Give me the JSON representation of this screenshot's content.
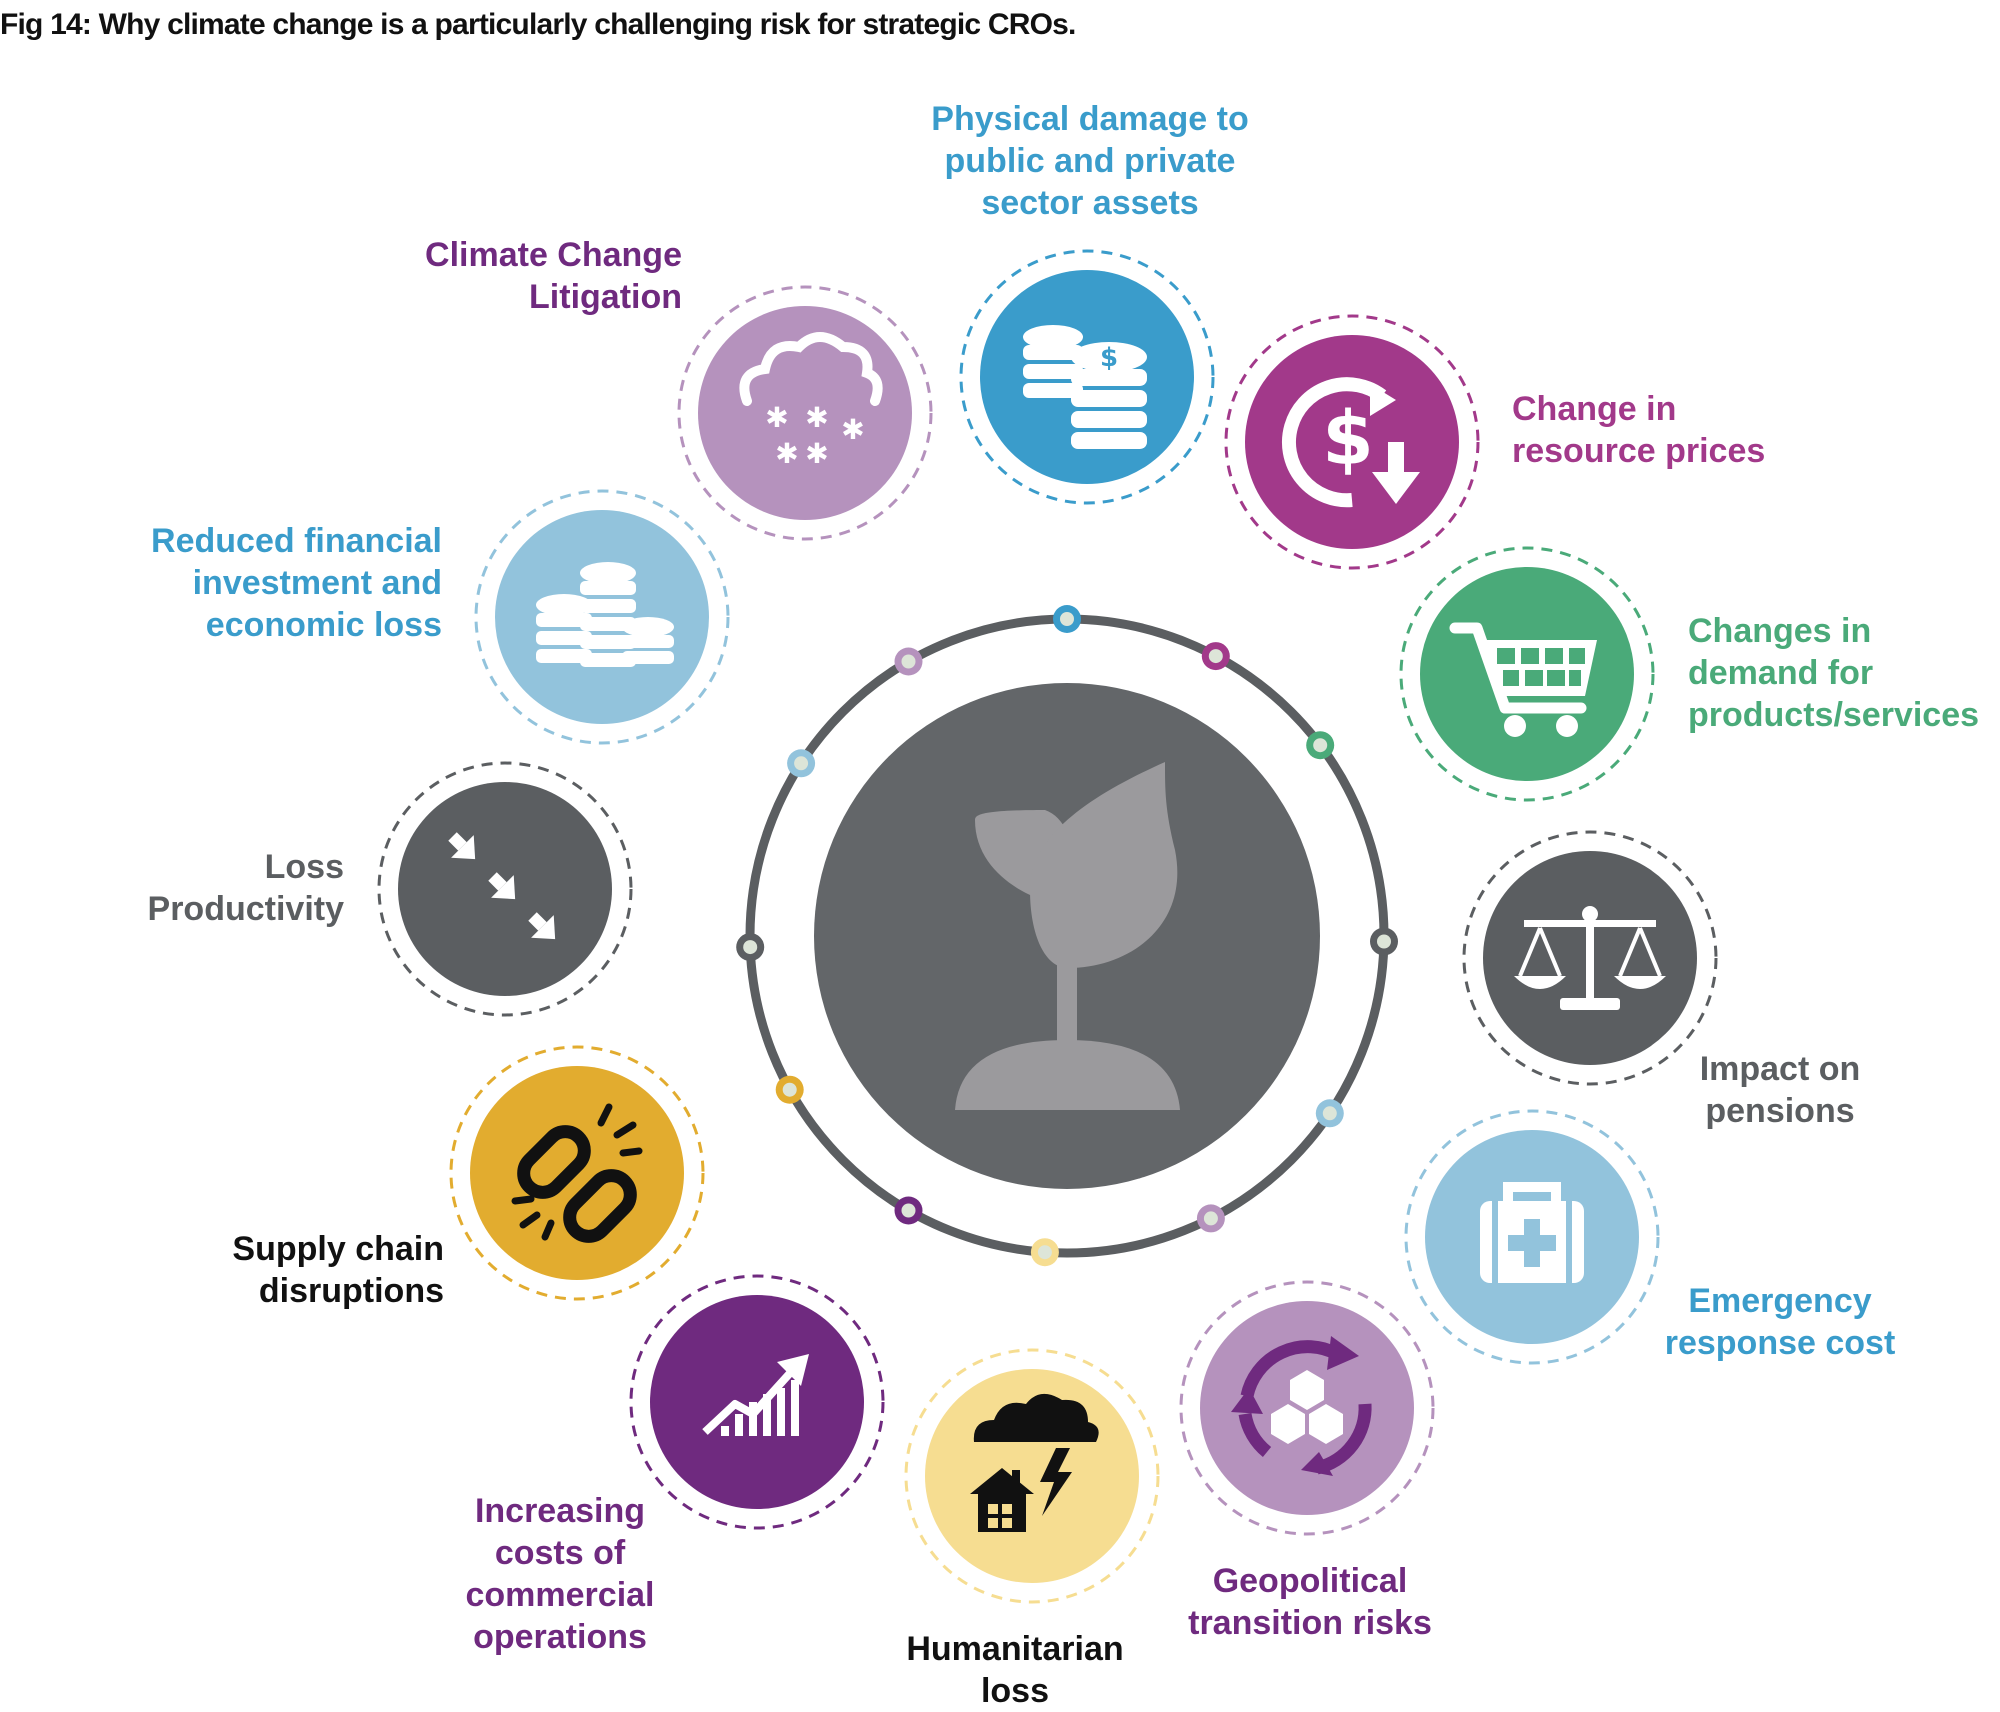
{
  "title": "Fig 14: Why climate change is a particularly challenging risk for strategic CROs.",
  "colors": {
    "hub": "#636669",
    "hub_ring": "#5b5e61",
    "plant": "#9b9a9d",
    "blue": "#3a9ccb",
    "light_blue": "#92c3dc",
    "lilac": "#b592bd",
    "magenta": "#a2398a",
    "green": "#4aaa79",
    "grey": "#5b5e61",
    "gold": "#e2ac2f",
    "purple": "#6f2a7f",
    "pale_yellow": "#f6dd91"
  },
  "center_icon": "plant-sprout-icon",
  "risks": [
    {
      "id": "physical-damage",
      "lines": [
        "Physical damage to",
        "public and private",
        "sector assets"
      ],
      "color": "#3a9ccb",
      "icon": "coin-stacks-dollar-icon"
    },
    {
      "id": "resource-prices",
      "lines": [
        "Change in",
        "resource prices"
      ],
      "color": "#a2398a",
      "icon": "dollar-down-arrow-icon"
    },
    {
      "id": "demand-change",
      "lines": [
        "Changes in",
        "demand for",
        "products/services"
      ],
      "color": "#4aaa79",
      "icon": "shopping-cart-icon"
    },
    {
      "id": "pensions",
      "lines": [
        "Impact on",
        "pensions"
      ],
      "color": "#5b5e61",
      "icon": "balance-scale-icon"
    },
    {
      "id": "emergency",
      "lines": [
        "Emergency",
        "response cost"
      ],
      "color": "#3a9ccb",
      "icon": "first-aid-kit-icon"
    },
    {
      "id": "geopolitical",
      "lines": [
        "Geopolitical",
        "transition risks"
      ],
      "color": "#6f2a7f",
      "icon": "cycle-hexagons-icon"
    },
    {
      "id": "humanitarian",
      "lines": [
        "Humanitarian",
        "loss"
      ],
      "color": "#111111",
      "icon": "storm-house-icon"
    },
    {
      "id": "commercial-costs",
      "lines": [
        "Increasing",
        "costs of",
        "commercial",
        "operations"
      ],
      "color": "#6f2a7f",
      "icon": "rising-bar-chart-icon"
    },
    {
      "id": "supply-chain",
      "lines": [
        "Supply chain",
        "disruptions"
      ],
      "color": "#111111",
      "icon": "broken-chain-link-icon"
    },
    {
      "id": "productivity",
      "lines": [
        "Loss",
        "Productivity"
      ],
      "color": "#5b5e61",
      "icon": "diagonal-arrows-down-icon"
    },
    {
      "id": "financial-loss",
      "lines": [
        "Reduced financial",
        "investment and",
        "economic loss"
      ],
      "color": "#3a9ccb",
      "icon": "coin-stacks-icon"
    },
    {
      "id": "litigation",
      "lines": [
        "Climate Change",
        "Litigation"
      ],
      "color": "#6f2a7f",
      "icon": "snow-cloud-icon"
    }
  ]
}
